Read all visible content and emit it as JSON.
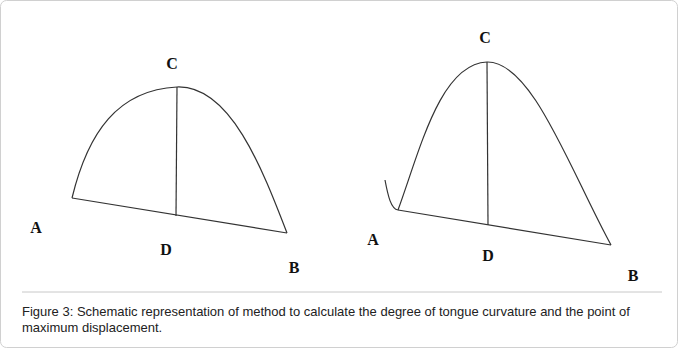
{
  "diagram": {
    "caption": "Figure 3: Schematic representation of method to calculate the degree of tongue curvature and the point of maximum displacement.",
    "labels": [
      "C",
      "A",
      "D",
      "B",
      "C",
      "A",
      "D",
      "B"
    ]
  }
}
